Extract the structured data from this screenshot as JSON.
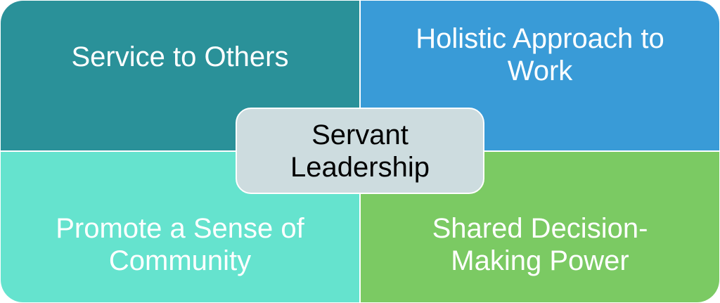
{
  "diagram": {
    "center": {
      "label": "Servant\nLeadership",
      "color": "#cddcdf"
    },
    "quadrants": [
      {
        "label": "Service to Others",
        "color": "#2a9199"
      },
      {
        "label": "Holistic Approach to\nWork",
        "color": "#399bd7"
      },
      {
        "label": "Promote a Sense of\nCommunity",
        "color": "#65e3ce"
      },
      {
        "label": "Shared Decision-\nMaking Power",
        "color": "#7bca63"
      }
    ]
  }
}
